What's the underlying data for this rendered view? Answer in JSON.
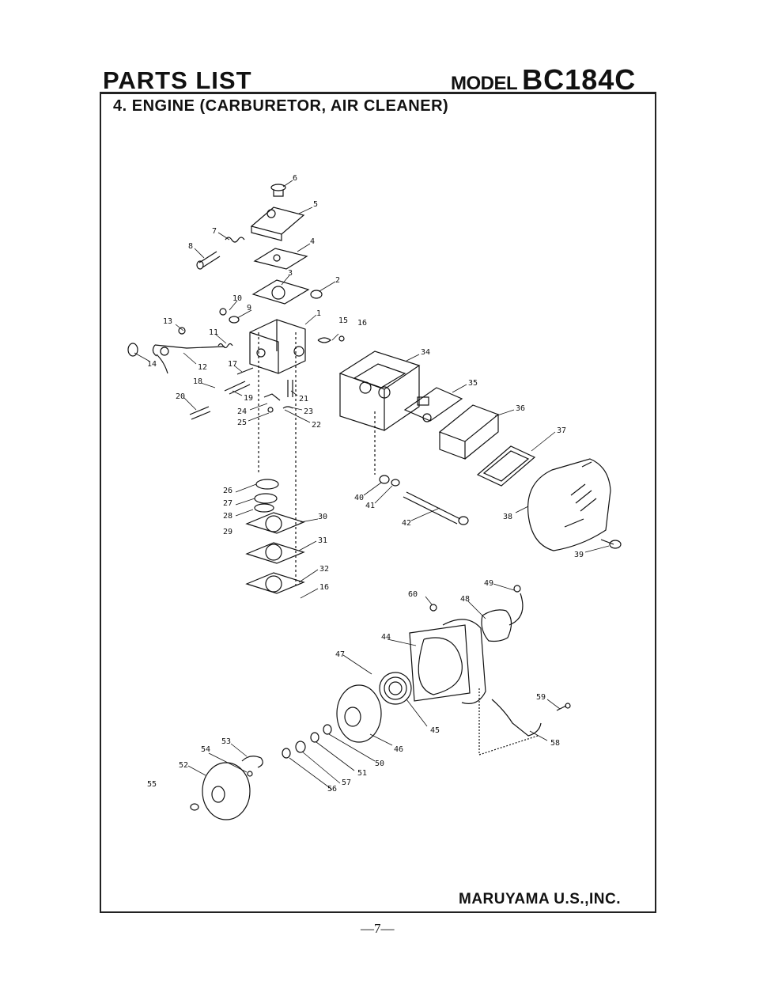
{
  "header": {
    "title": "PARTS LIST",
    "model_label": "MODEL",
    "model_code": "BC184C"
  },
  "section_title": "4. ENGINE (CARBURETOR, AIR CLEANER)",
  "footer": {
    "company": "MARUYAMA U.S.,INC.",
    "page_number": "—7—"
  },
  "part_labels": {
    "p1": "1",
    "p2": "2",
    "p3": "3",
    "p4": "4",
    "p5": "5",
    "p6": "6",
    "p7": "7",
    "p8": "8",
    "p9": "9",
    "p10": "10",
    "p11": "11",
    "p12": "12",
    "p13": "13",
    "p14": "14",
    "p15": "15",
    "p16": "16",
    "p16b": "16",
    "p17": "17",
    "p18": "18",
    "p19": "19",
    "p20": "20",
    "p21": "21",
    "p22": "22",
    "p23": "23",
    "p24": "24",
    "p25": "25",
    "p26": "26",
    "p27": "27",
    "p28": "28",
    "p29": "29",
    "p30": "30",
    "p31": "31",
    "p32": "32",
    "p34": "34",
    "p35": "35",
    "p36": "36",
    "p37": "37",
    "p38": "38",
    "p39": "39",
    "p40": "40",
    "p41": "41",
    "p42": "42",
    "p44": "44",
    "p45": "45",
    "p46": "46",
    "p47": "47",
    "p48": "48",
    "p49": "49",
    "p50": "50",
    "p51": "51",
    "p52": "52",
    "p53": "53",
    "p54": "54",
    "p55": "55",
    "p56": "56",
    "p57": "57",
    "p58": "58",
    "p59": "59",
    "p60": "60"
  }
}
